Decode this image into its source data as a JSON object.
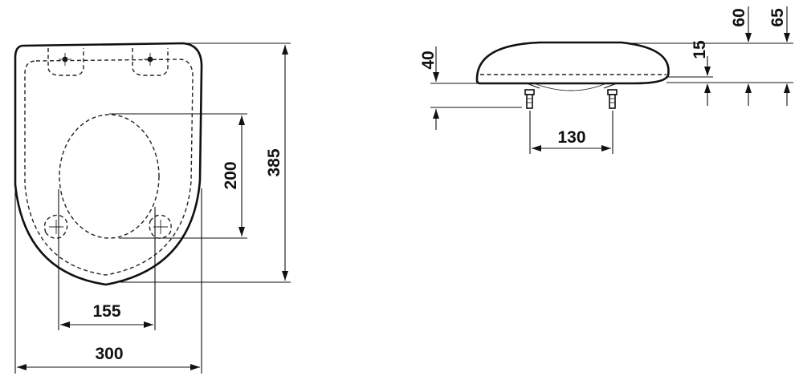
{
  "dimensions": {
    "width_300": "300",
    "hinge_spacing_155": "155",
    "opening_200": "200",
    "length_385": "385",
    "height_40": "40",
    "side_hinge_130": "130",
    "thickness_15": "15",
    "height_60": "60",
    "height_65": "65"
  }
}
